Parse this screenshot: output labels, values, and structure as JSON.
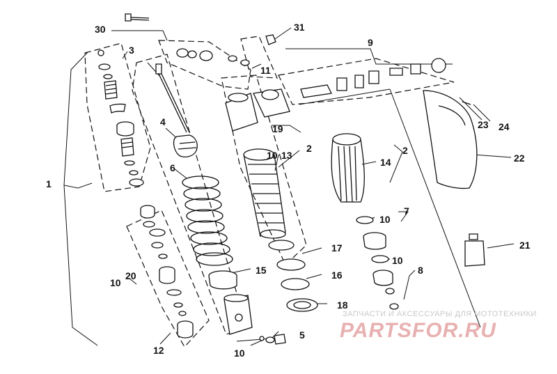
{
  "diagram": {
    "callouts": [
      "1",
      "2",
      "2",
      "3",
      "4",
      "5",
      "6",
      "7",
      "8",
      "9",
      "10",
      "10",
      "10",
      "10",
      "10",
      "11",
      "12",
      "13",
      "14",
      "15",
      "16",
      "17",
      "18",
      "19",
      "20",
      "21",
      "22",
      "23",
      "24",
      "30",
      "31"
    ]
  },
  "watermark": {
    "caption": "ЗАПЧАСТИ И АКСЕССУАРЫ ДЛЯ МОТОТЕХНИКИ",
    "logo": "PARTSFOR.RU"
  }
}
